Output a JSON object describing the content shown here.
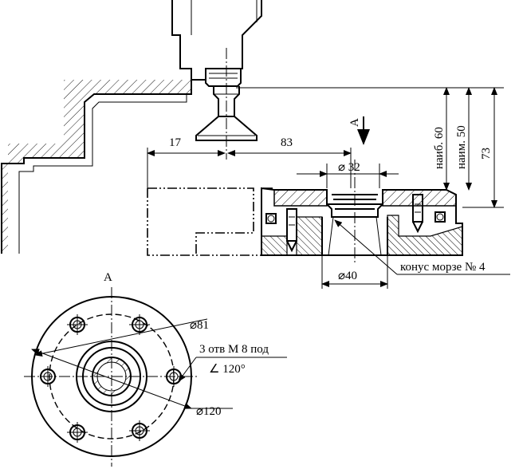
{
  "dimensions": {
    "d17": "17",
    "d83": "83",
    "d32": "⌀ 32",
    "d40": "⌀40",
    "d73": "73",
    "naib60": "наиб. 60",
    "naim50": "наим. 50",
    "d81": "⌀81",
    "d120": "⌀120"
  },
  "labels": {
    "view_a_marker": "A",
    "view_a_title": "A",
    "morse_cone": "конус морзе № 4",
    "holes": "3 отв М 8 под",
    "angle": "∠ 120°"
  }
}
